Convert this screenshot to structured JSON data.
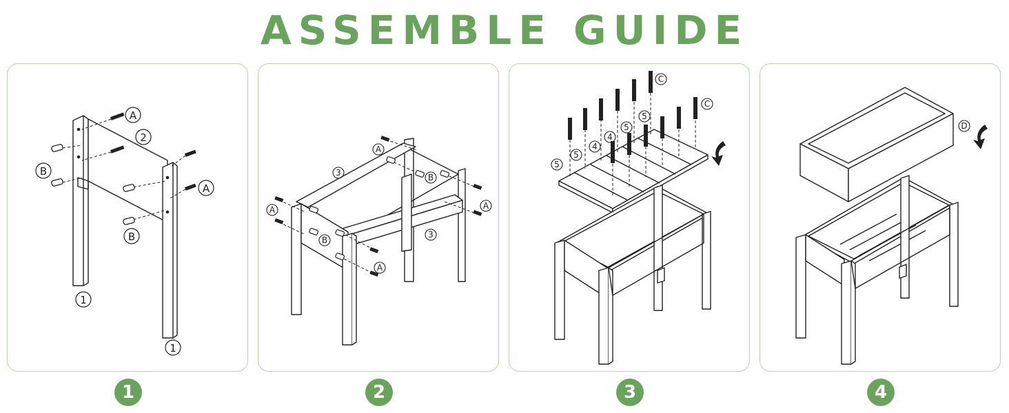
{
  "title": "ASSEMBLE GUIDE",
  "colors": {
    "accent": "#6aa35b",
    "panel_border": "#b7d3ab",
    "line": "#222222"
  },
  "steps": [
    {
      "number": "1",
      "labels": {
        "screw_a": "A",
        "screw_b": "B",
        "side_panel": "2",
        "leg": "1"
      }
    },
    {
      "number": "2",
      "labels": {
        "screw_a": "A",
        "screw_b": "B",
        "long_panel": "3"
      }
    },
    {
      "number": "3",
      "labels": {
        "screw_c": "C",
        "slat_wide": "5",
        "slat_narrow": "4"
      }
    },
    {
      "number": "4",
      "labels": {
        "box": "D"
      }
    }
  ]
}
